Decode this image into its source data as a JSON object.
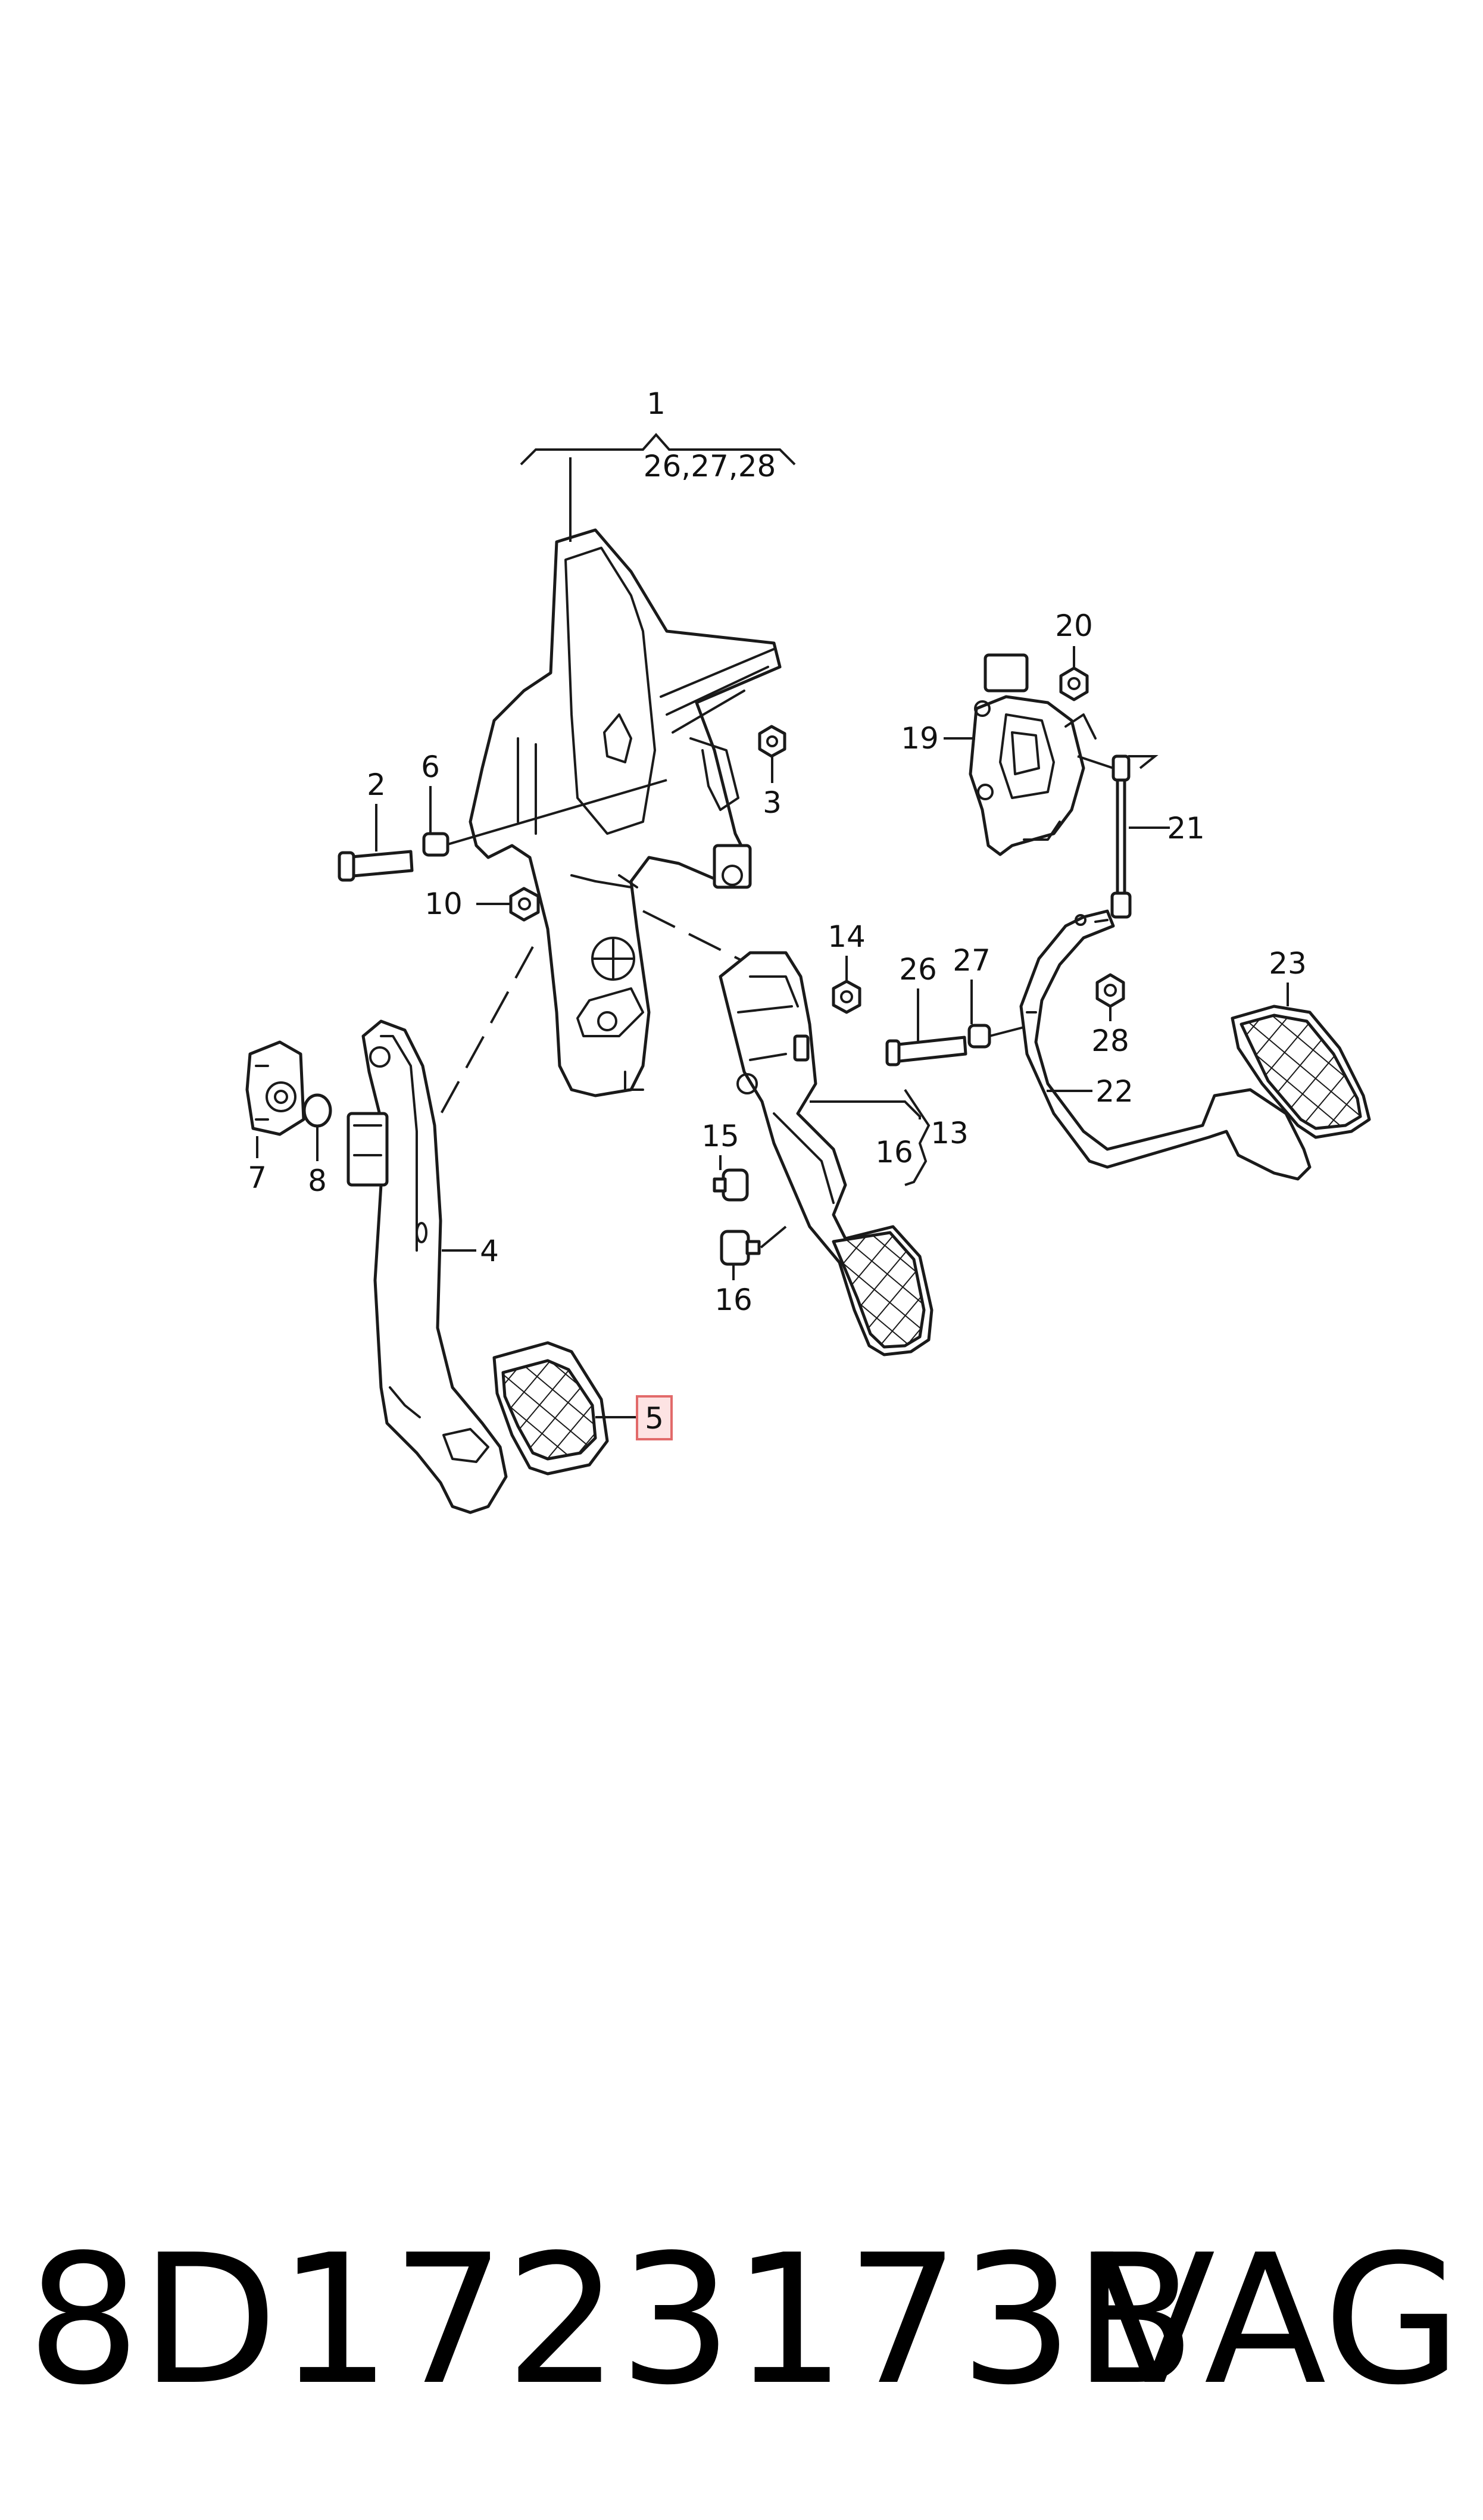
{
  "callouts": {
    "c1": "1",
    "c1_sub": "26,27,28",
    "c2": "2",
    "c3": "3",
    "c4": "4",
    "c5": "5",
    "c6": "6",
    "c7": "7",
    "c8": "8",
    "c10": "10",
    "c13": "13",
    "c14": "14",
    "c15": "15",
    "c16a": "16",
    "c16b": "16",
    "c19": "19",
    "c20": "20",
    "c21": "21",
    "c22": "22",
    "c23": "23",
    "c26": "26",
    "c27": "27",
    "c28": "28"
  },
  "footer": {
    "part_number": "8D1723173B",
    "brand": "VAG"
  },
  "highlight": {
    "callout": "5",
    "color": "#e26a6a"
  }
}
